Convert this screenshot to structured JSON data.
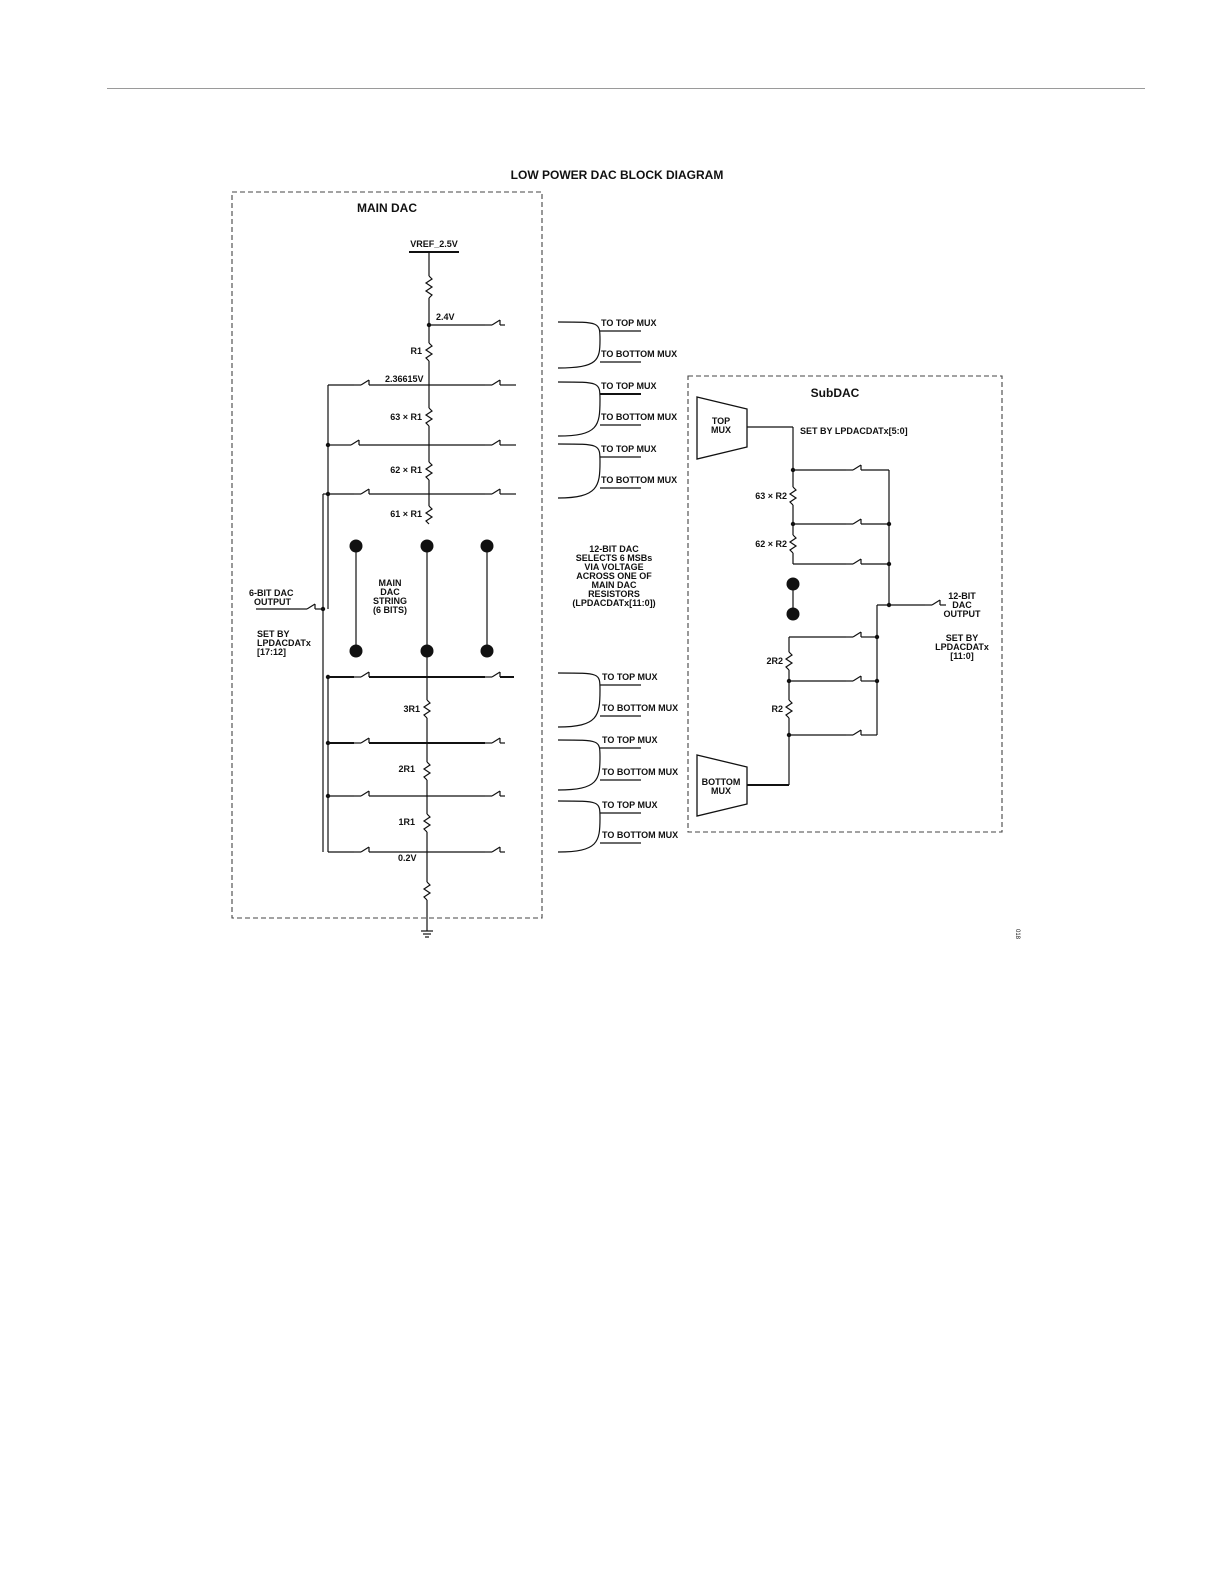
{
  "title": "LOW POWER DAC BLOCK DIAGRAM",
  "main_dac": {
    "label": "MAIN DAC",
    "vref": "VREF_2.5V",
    "v_top": "2.4V",
    "v_second": "2.36615V",
    "v_bottom": "0.2V",
    "resistors": [
      "R1",
      "63 × R1",
      "62 × R1",
      "61 × R1",
      "3R1",
      "2R1",
      "1R1"
    ],
    "string_label": [
      "MAIN",
      "DAC",
      "STRING",
      "(6 BITS)"
    ],
    "output_label": [
      "6-BIT DAC",
      "OUTPUT"
    ],
    "set_by": [
      "SET BY",
      "LPDACDATx",
      "[17:12]"
    ]
  },
  "mux_labels": {
    "top": "TO TOP MUX",
    "bottom": "TO BOTTOM MUX"
  },
  "note": [
    "12-BIT DAC",
    "SELECTS 6 MSBs",
    "VIA VOLTAGE",
    "ACROSS ONE OF",
    "MAIN DAC",
    "RESISTORS",
    "(LPDACDATx[11:0])"
  ],
  "subdac": {
    "label": "SubDAC",
    "top_mux": [
      "TOP",
      "MUX"
    ],
    "bottom_mux": [
      "BOTTOM",
      "MUX"
    ],
    "set_by_top": "SET BY LPDACDATx[5:0]",
    "resistors": [
      "63 × R2",
      "62 × R2",
      "2R2",
      "R2"
    ],
    "output_label": [
      "12-BIT",
      "DAC",
      "OUTPUT"
    ],
    "set_by": [
      "SET BY",
      "LPDACDATx",
      "[11:0]"
    ]
  },
  "figure_code": "018"
}
